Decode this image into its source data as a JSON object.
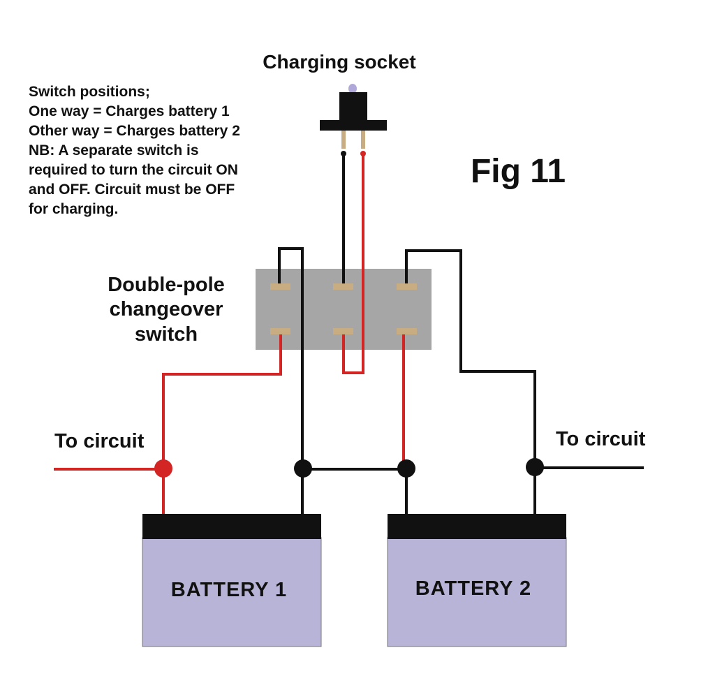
{
  "labels": {
    "charging_socket": "Charging socket",
    "notes": [
      "Switch positions;",
      "One way = Charges battery 1",
      "Other way = Charges battery 2",
      "NB: A separate switch is",
      "required to turn the circuit ON",
      "and OFF. Circuit must be OFF",
      "for charging."
    ],
    "figure": "Fig 11",
    "switch": [
      "Double-pole",
      "changeover",
      "switch"
    ],
    "to_circuit_left": "To circuit",
    "to_circuit_right": "To circuit",
    "battery_1": "BATTERY 1",
    "battery_2": "BATTERY 2"
  },
  "colors": {
    "wire_positive": "#d42525",
    "wire_negative": "#111111",
    "switch_body": "#a6a6a6",
    "switch_terminal": "#c9ad82",
    "battery_body": "#b8b4d8",
    "battery_top": "#111111",
    "socket_pin": "#c9ad82",
    "socket_tip": "#b0a8d8"
  }
}
